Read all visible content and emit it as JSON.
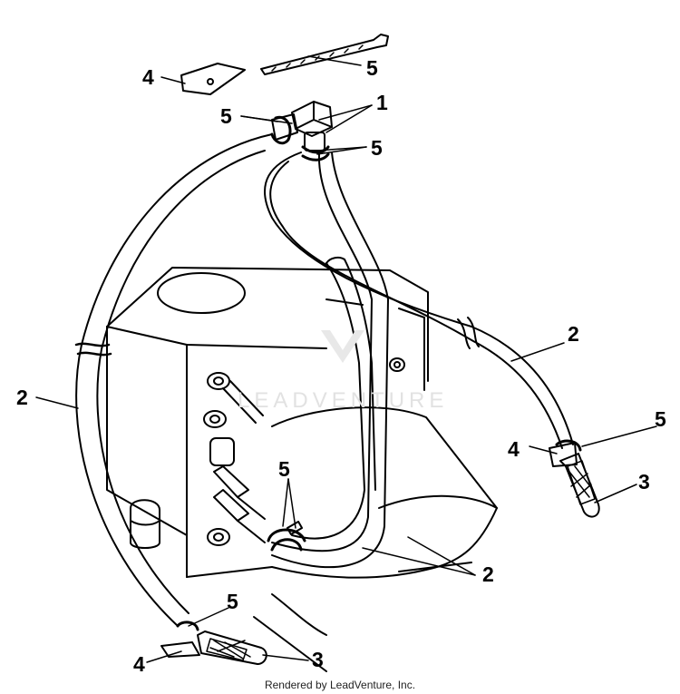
{
  "diagram": {
    "callouts": {
      "part_1": "1",
      "part_2": "2",
      "part_3": "3",
      "part_4": "4",
      "part_5": "5"
    },
    "watermark": "LEADVENTURE",
    "footer": "Rendered by LeadVenture, Inc."
  },
  "colors": {
    "ink": "#000000",
    "paper": "#ffffff",
    "watermark": "#e2e2e2"
  }
}
